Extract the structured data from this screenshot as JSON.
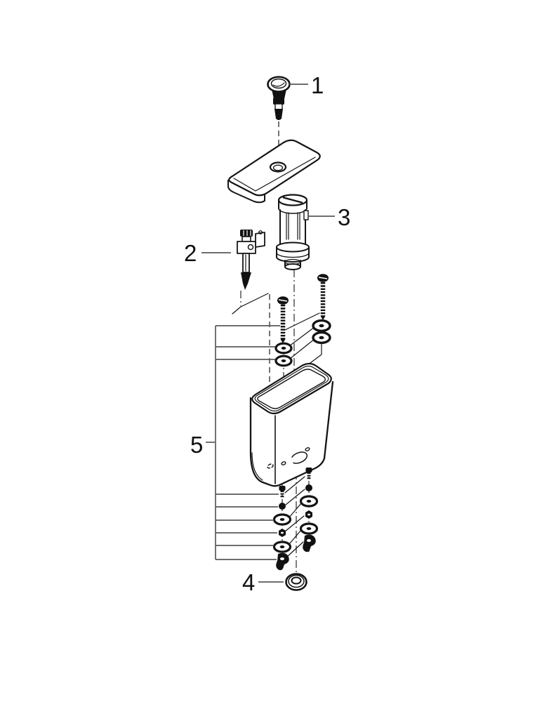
{
  "diagram": {
    "type": "exploded-parts-drawing",
    "subject": "toilet-cistern-assembly",
    "background": "#ffffff",
    "line_color": "#141414",
    "leader_color": "#5a5a5a",
    "callouts": [
      {
        "number": "1",
        "part": "push-button"
      },
      {
        "number": "2",
        "part": "fill-valve"
      },
      {
        "number": "3",
        "part": "flush-valve-cartridge"
      },
      {
        "number": "4",
        "part": "outlet-seal-ring"
      },
      {
        "number": "5",
        "part": "fastening-set"
      }
    ]
  }
}
